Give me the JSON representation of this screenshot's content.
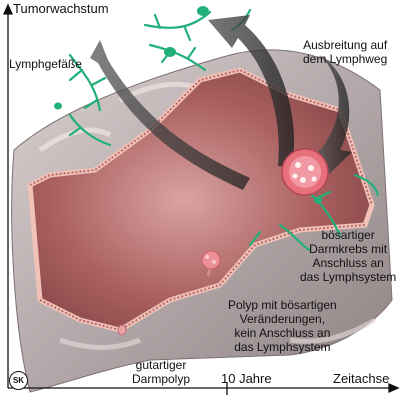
{
  "axes": {
    "y_label": "Tumorwachstum",
    "x_label": "Zeitachse",
    "x_tick": "10 Jahre"
  },
  "labels": {
    "lymphvessels": "Lymphgefäße",
    "spread": [
      "Ausbreitung auf",
      "dem Lymphweg"
    ],
    "malignant_cancer": [
      "bösartiger",
      "Darmkrebs mit",
      "Anschluss an",
      "das Lymphsystem"
    ],
    "polyp_changes": [
      "Polyp mit bösartigen",
      "Veränderungen,",
      "kein Anschluss an",
      "das Lymphsystem"
    ],
    "benign_polyp": [
      "gutartiger",
      "Darmpolyp"
    ]
  },
  "signature": "SK",
  "colors": {
    "intestine_outer": "#b9aeae",
    "mucosa": "#a0585a",
    "mucosa_light": "#c98a8a",
    "lymph": "#22b07a",
    "tumor": "#e77b86",
    "arrow": "#3a3a3a"
  }
}
